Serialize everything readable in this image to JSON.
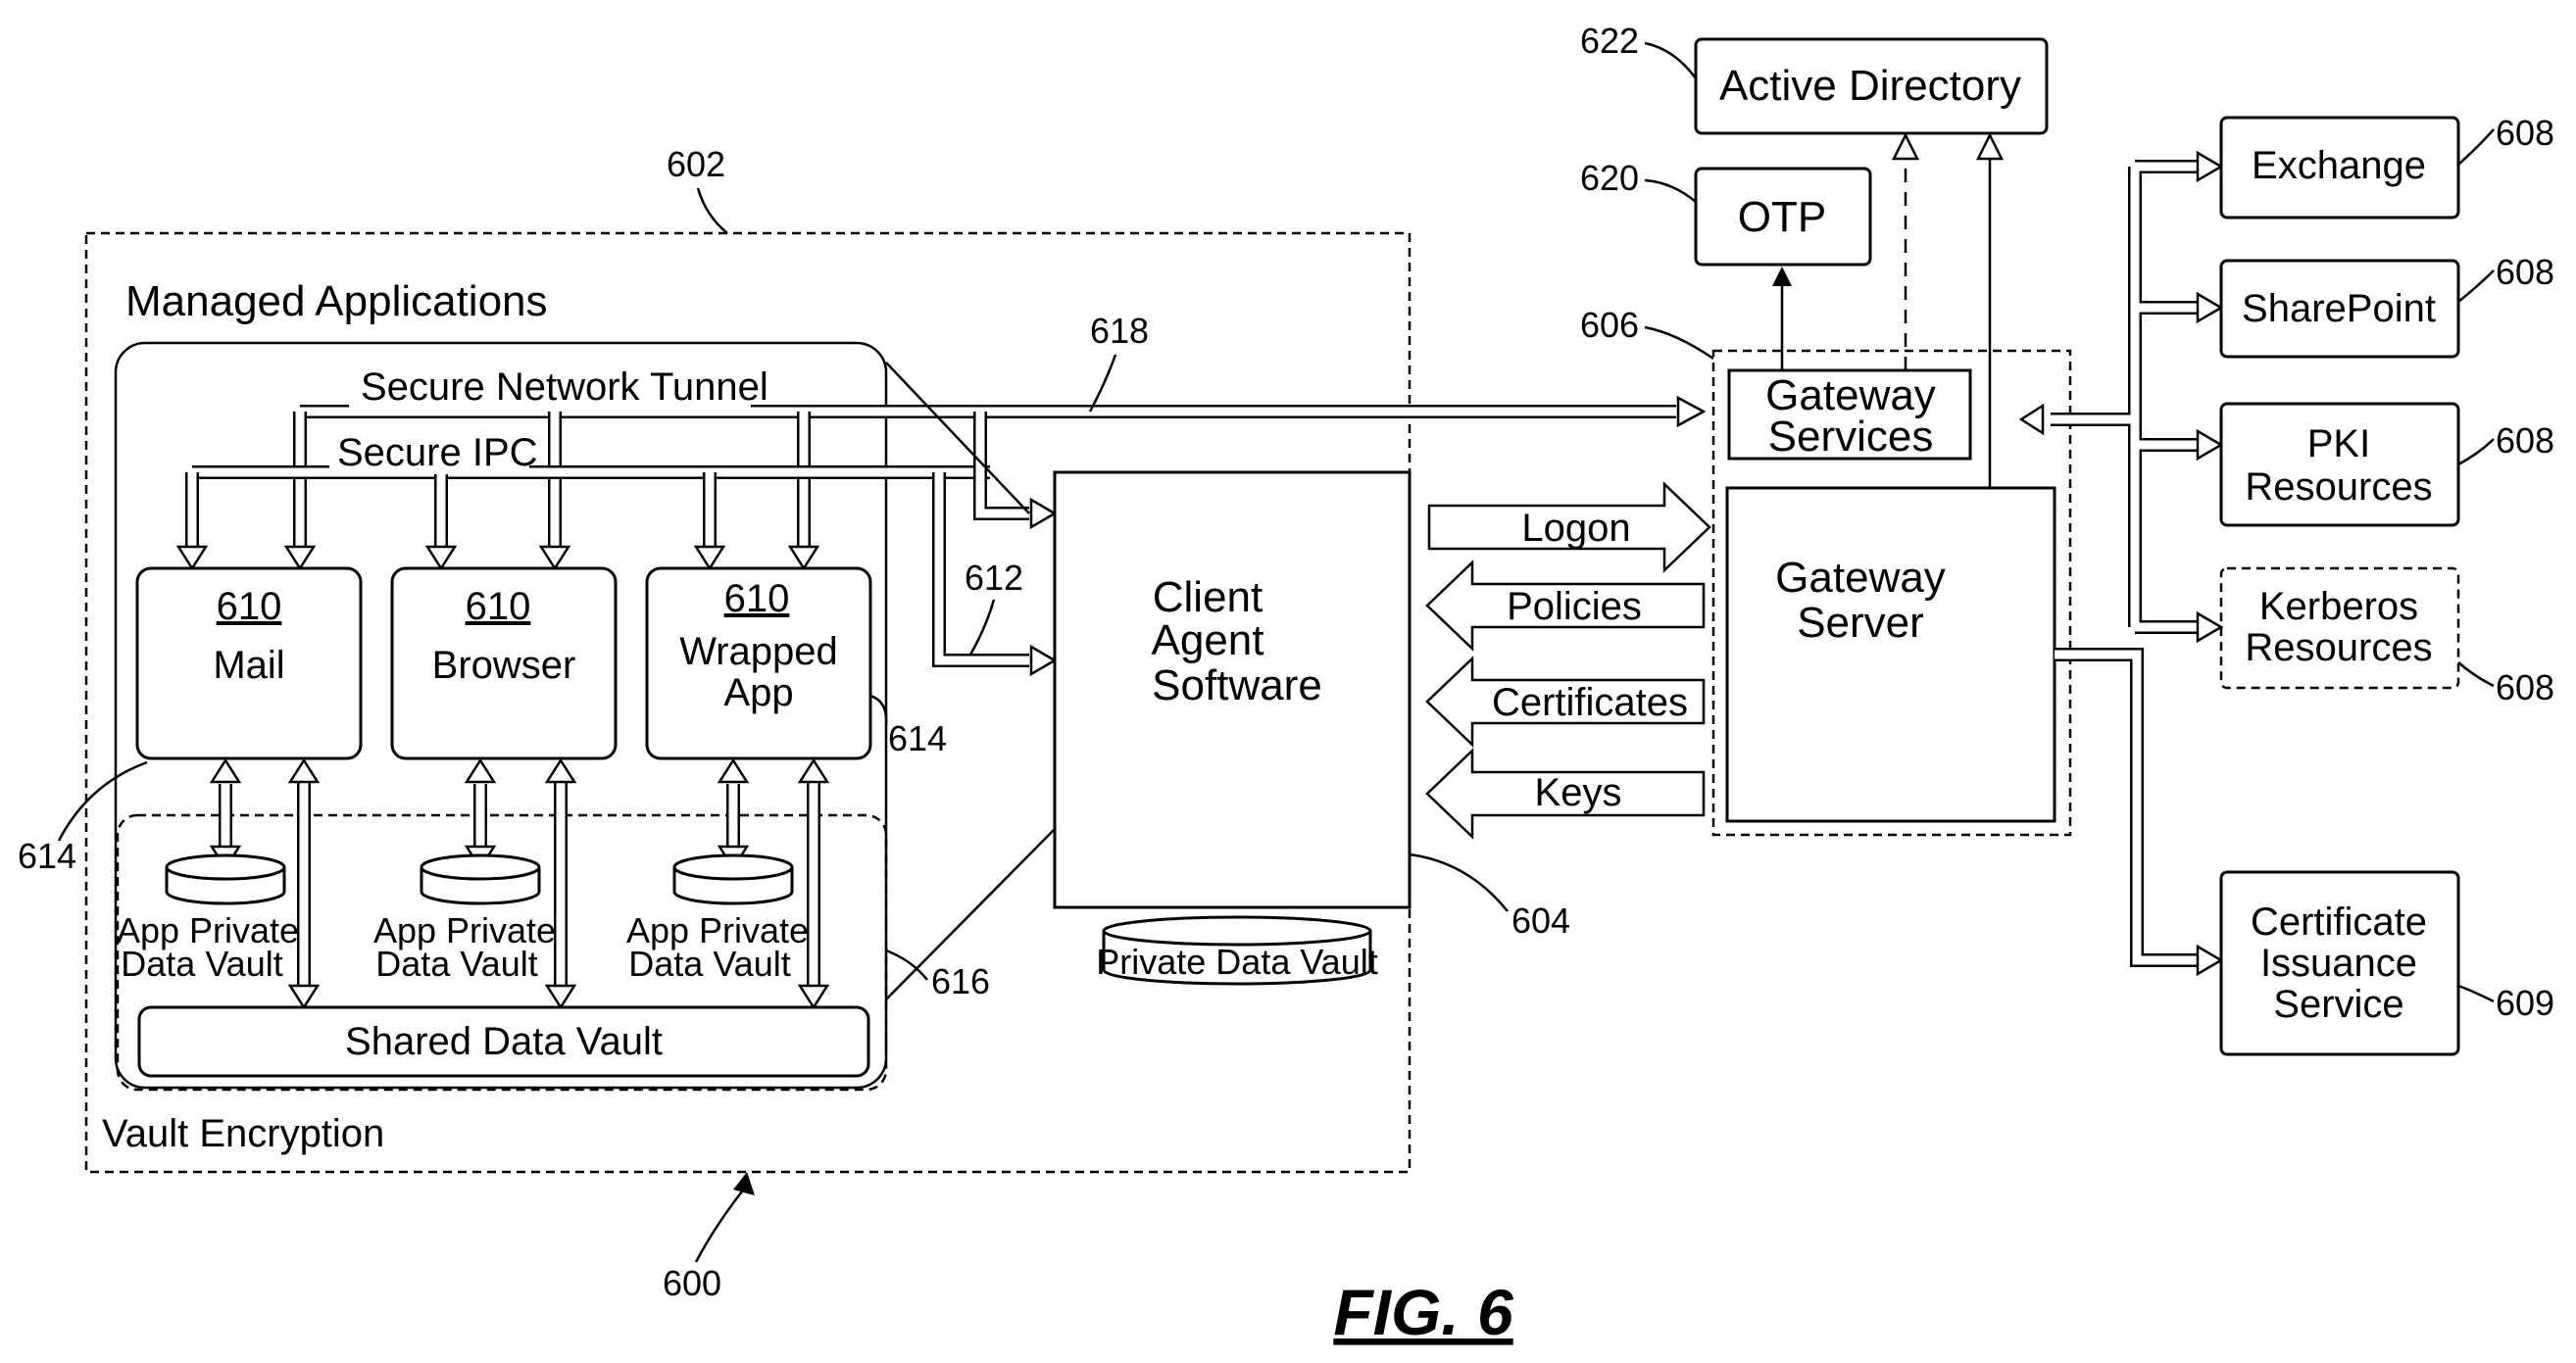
{
  "figure": {
    "title": "FIG. 6"
  },
  "labels": {
    "managed_applications": "Managed Applications",
    "secure_network_tunnel": "Secure Network Tunnel",
    "secure_ipc": "Secure IPC",
    "vault_encryption": "Vault Encryption",
    "shared_data_vault": "Shared Data Vault",
    "private_data_vault": "Private Data Vault",
    "client_agent_line1": "Client",
    "client_agent_line2": "Agent",
    "client_agent_line3": "Software",
    "gateway_server_line1": "Gateway",
    "gateway_server_line2": "Server",
    "gateway_services_line1": "Gateway",
    "gateway_services_line2": "Services",
    "active_directory": "Active Directory",
    "otp": "OTP",
    "exchange": "Exchange",
    "sharepoint": "SharePoint",
    "pki_line1": "PKI",
    "pki_line2": "Resources",
    "kerberos_line1": "Kerberos",
    "kerberos_line2": "Resources",
    "cert_line1": "Certificate",
    "cert_line2": "Issuance",
    "cert_line3": "Service",
    "logon": "Logon",
    "policies": "Policies",
    "certificates": "Certificates",
    "keys": "Keys"
  },
  "apps": [
    {
      "ref": "610",
      "line1": "Mail",
      "line2": ""
    },
    {
      "ref": "610",
      "line1": "Browser",
      "line2": ""
    },
    {
      "ref": "610",
      "line1": "Wrapped",
      "line2": "App"
    }
  ],
  "app_vault": {
    "line1": "App Private",
    "line2": "Data Vault"
  },
  "refs": {
    "r600": "600",
    "r602": "602",
    "r604": "604",
    "r606": "606",
    "r608a": "608",
    "r608b": "608",
    "r608c": "608",
    "r608d": "608",
    "r609": "609",
    "r612": "612",
    "r614a": "614",
    "r614b": "614",
    "r616": "616",
    "r618": "618",
    "r620": "620",
    "r622": "622"
  }
}
